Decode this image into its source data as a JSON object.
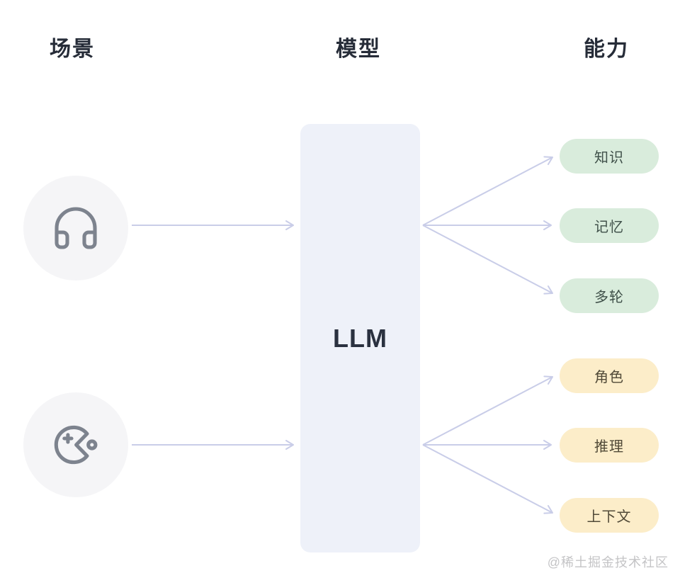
{
  "columns": {
    "scenario": {
      "label": "场景"
    },
    "model": {
      "label": "模型"
    },
    "capability": {
      "label": "能力"
    }
  },
  "scenarios": [
    {
      "id": "customer-service",
      "icon": "headphones-icon"
    },
    {
      "id": "game",
      "icon": "pacman-game-icon"
    }
  ],
  "model": {
    "label": "LLM"
  },
  "capabilities": {
    "green": [
      {
        "label": "知识"
      },
      {
        "label": "记忆"
      },
      {
        "label": "多轮"
      }
    ],
    "yellow": [
      {
        "label": "角色"
      },
      {
        "label": "推理"
      },
      {
        "label": "上下文"
      }
    ]
  },
  "colors": {
    "arrow": "#c9cde8",
    "llm_box": "#eef1f9",
    "scenario_circle": "#f5f5f7",
    "icon_stroke": "#7d838e",
    "green_pill_bg": "#d9ecdc",
    "green_pill_text": "#40514a",
    "yellow_pill_bg": "#fcedc9",
    "yellow_pill_text": "#514a38",
    "header_text": "#262c38"
  },
  "watermark": {
    "text": "@稀土掘金技术社区"
  }
}
